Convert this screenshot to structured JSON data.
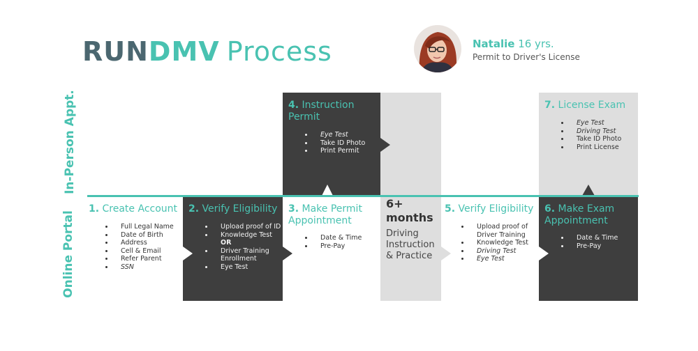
{
  "header": {
    "brand_run": "RUN",
    "brand_dmv": "DMV",
    "brand_process": "Process",
    "persona_name": "Natalie",
    "persona_age": " 16 yrs.",
    "persona_desc": "Permit to Driver's License"
  },
  "rows": {
    "in_person": "In-Person Appt.",
    "online": "Online Portal"
  },
  "steps": [
    {
      "num": "1.",
      "title": "Create Account",
      "items": [
        "Full Legal Name",
        "Date of Birth",
        "Address",
        "Cell & Email",
        "Refer Parent",
        "SSN"
      ]
    },
    {
      "num": "2.",
      "title": "Verify Eligibility",
      "items": [
        "Upload proof of  ID",
        "Knowledge Test",
        "OR",
        "Driver Training Enrollment",
        "Eye Test"
      ]
    },
    {
      "num": "3.",
      "title": "Make Permit Appointment",
      "items": [
        "Date & Time",
        "Pre-Pay"
      ]
    },
    {
      "num": "4.",
      "title": "Instruction Permit",
      "items": [
        "Eye Test",
        "Take ID Photo",
        "Print Permit"
      ]
    },
    {
      "num": "5.",
      "title": "Verify Eligibility",
      "items": [
        "Upload proof of Driver Training",
        "Knowledge Test",
        "Driving Test",
        "Eye Test"
      ]
    },
    {
      "num": "6.",
      "title": "Make Exam Appointment",
      "items": [
        "Date & Time",
        "Pre-Pay"
      ]
    },
    {
      "num": "7.",
      "title": "License Exam",
      "items": [
        "Eye Test",
        "Driving Test",
        "Take ID Photo",
        "Print License"
      ]
    }
  ],
  "wait": {
    "big1": "6+",
    "big2": "months",
    "sub1": "Driving",
    "sub2": "Instruction",
    "sub3": "& Practice"
  },
  "colors": {
    "accent": "#49c2b1",
    "dark_box": "#3e3e3e",
    "light_box": "#dedede",
    "brand_dark": "#4b6770"
  },
  "icons": {
    "avatar": "avatar-photo"
  }
}
